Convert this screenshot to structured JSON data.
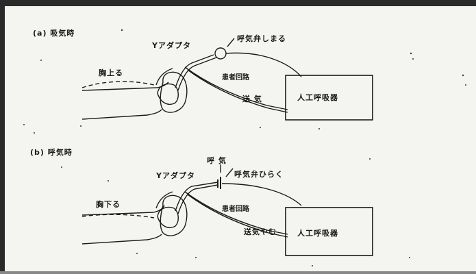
{
  "panel_a": {
    "label": "(a) 吸気時",
    "y_adapter": "Yアダプタ",
    "exhalation_valve": "呼気弁しまる",
    "chest": "胸上る",
    "patient_circuit": "患者回路",
    "airflow": "送 気",
    "ventilator": "人工呼吸器"
  },
  "panel_b": {
    "label": "(b) 呼気時",
    "exhaled_air": "呼 気",
    "y_adapter": "Yアダプタ",
    "exhalation_valve": "呼気弁ひらく",
    "chest": "胸下る",
    "patient_circuit": "患者回路",
    "airflow": "送気やむ",
    "ventilator": "人工呼吸器"
  }
}
